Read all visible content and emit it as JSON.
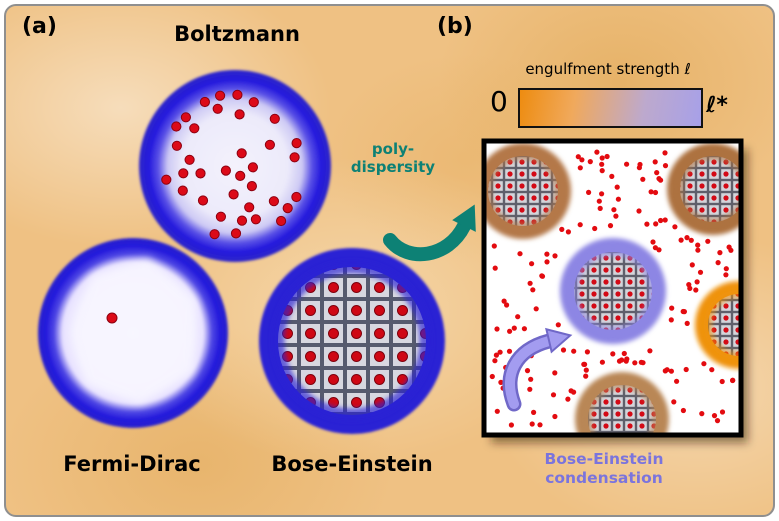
{
  "figure": {
    "panel_a_label": "(a)",
    "panel_b_label": "(b)"
  },
  "panel_a": {
    "boltzmann_label": "Boltzmann",
    "fermi_dirac_label": "Fermi-Dirac",
    "bose_einstein_label": "Bose-Einstein"
  },
  "polydispersity_arrow": {
    "line1": "poly-",
    "line2": "dispersity",
    "color": "#0d8175"
  },
  "panel_b": {
    "colorbar_title": "engulfment strength ℓ",
    "colorbar_min": "0",
    "colorbar_max": "ℓ*",
    "colorbar_left_color": "#ec8c12",
    "colorbar_right_color": "#a7a0e8",
    "condensation_line1": "Bose-Einstein",
    "condensation_line2": "condensation",
    "condensation_color": "#7b74dd"
  }
}
